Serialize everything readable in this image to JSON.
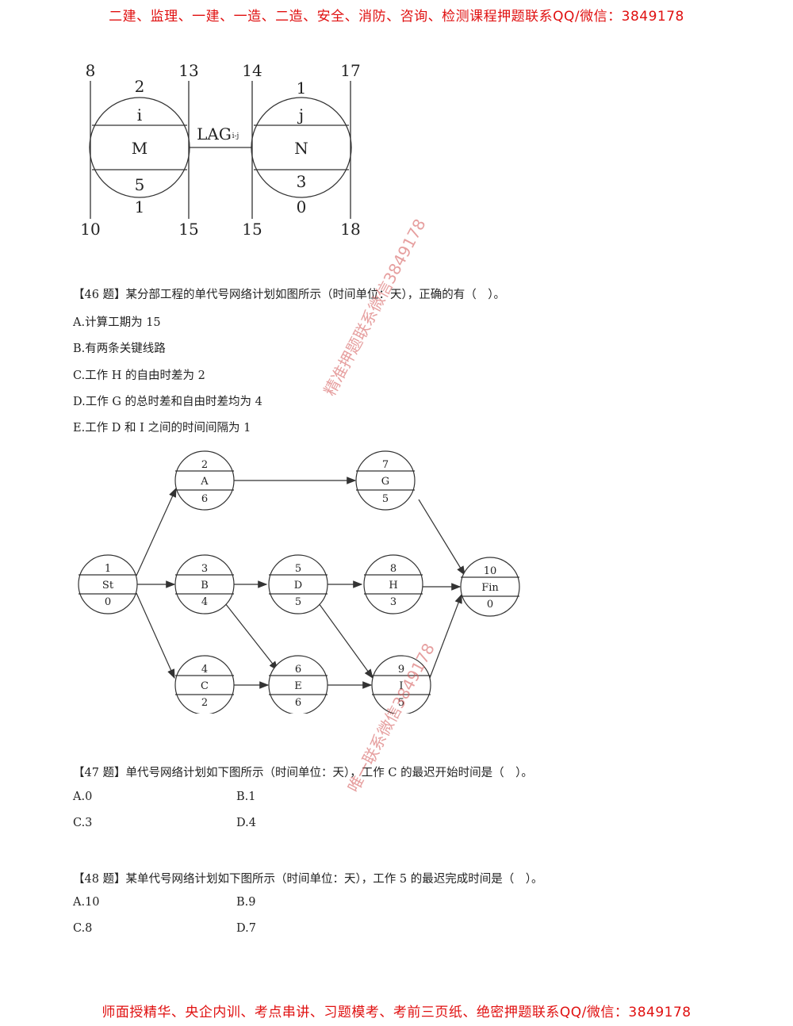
{
  "banners": {
    "top": "二建、监理、一建、一造、二造、安全、消防、咨询、检测课程押题联系QQ/微信：3849178",
    "bottom": "师面授精华、央企内训、考点串讲、习题模考、考前三页纸、绝密押题联系QQ/微信：3849178"
  },
  "watermarks": {
    "mark1": "精准押题联系微信3849178",
    "mark2": "唯一联系微信3849178"
  },
  "lag_diagram": {
    "grid_top": [
      "8",
      "13",
      "14",
      "17"
    ],
    "grid_bottom": [
      "10",
      "15",
      "15",
      "18"
    ],
    "node_m": {
      "above": "2",
      "top": "i",
      "mid": "M",
      "bottom": "5",
      "below": "1"
    },
    "node_n": {
      "above": "1",
      "top": "j",
      "mid": "N",
      "bottom": "3",
      "below": "0"
    },
    "lag_label": "LAG",
    "lag_sub": "i-j"
  },
  "q46": {
    "stem": "【46 题】某分部工程的单代号网络计划如图所示（时间单位：天），正确的有（　）。",
    "options": [
      "A.计算工期为 15",
      "B.有两条关键线路",
      "C.工作 H 的自由时差为 2",
      "D.工作 G 的总时差和自由时差均为 4",
      "E.工作 D 和 I 之间的时间间隔为 1"
    ]
  },
  "network": {
    "nodes": {
      "st": {
        "num": "1",
        "name": "St",
        "dur": "0"
      },
      "a": {
        "num": "2",
        "name": "A",
        "dur": "6"
      },
      "b": {
        "num": "3",
        "name": "B",
        "dur": "4"
      },
      "c": {
        "num": "4",
        "name": "C",
        "dur": "2"
      },
      "d": {
        "num": "5",
        "name": "D",
        "dur": "5"
      },
      "e": {
        "num": "6",
        "name": "E",
        "dur": "6"
      },
      "g": {
        "num": "7",
        "name": "G",
        "dur": "5"
      },
      "h": {
        "num": "8",
        "name": "H",
        "dur": "3"
      },
      "i": {
        "num": "9",
        "name": "I",
        "dur": "5"
      },
      "fin": {
        "num": "10",
        "name": "Fin",
        "dur": "0"
      }
    }
  },
  "q47": {
    "stem": "【47 题】单代号网络计划如下图所示（时间单位：天），工作 C 的最迟开始时间是（　）。",
    "options": [
      "A.0",
      "B.1",
      "C.3",
      "D.4"
    ]
  },
  "q48": {
    "stem": "【48 题】某单代号网络计划如下图所示（时间单位：天），工作 5 的最迟完成时间是（　）。",
    "options": [
      "A.10",
      "B.9",
      "C.8",
      "D.7"
    ]
  }
}
